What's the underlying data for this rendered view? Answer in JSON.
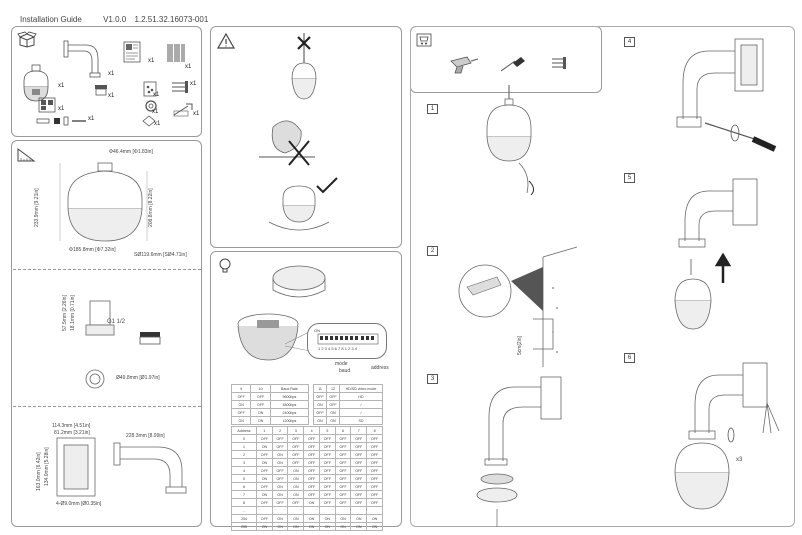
{
  "header": {
    "title": "Installation Guide",
    "version": "V1.0.0",
    "doc_number": "1.2.51.32.16073-001"
  },
  "package": {
    "qty": [
      "x1",
      "x1",
      "x1",
      "x1",
      "x1",
      "x1",
      "x1",
      "x1",
      "x1",
      "x1",
      "x1",
      "x1"
    ]
  },
  "dimensions": {
    "top_width": "Φ46.4mm [Φ1.83in]",
    "left_height": "233.9mm [9.21in]",
    "right_height": "208.8mm [8.22in]",
    "bottom_width": "Φ185.8mm [Φ7.32in]",
    "sphere": "SØ119.6mm [SØ4.71in]",
    "thread": "G1 1/2",
    "adapter_h1": "57.5mm [2.26in]",
    "adapter_h2": "18.1mm [0.71in]",
    "adapter_d": "Ø49.8mm [Ø1.97in]",
    "plate_w1": "114.3mm [4.51in]",
    "plate_w2": "81.2mm [3.21in]",
    "plate_h1": "163.0mm [6.42in]",
    "plate_h2": "134.0mm [5.28in]",
    "plate_holes": "4-Ø9.0mm [Ø0.35in]",
    "arm_len": "228.3mm [8.99in]"
  },
  "dip": {
    "mode_label": "mode",
    "baud_label": "baud",
    "address_label": "address",
    "on_label": "ON",
    "switch_numbers": "1 2 3 4 5 6 7 8 1 2 3 4",
    "baud_table": {
      "headers": [
        "9",
        "10",
        "Baud Rate"
      ],
      "rows": [
        [
          "OFF",
          "OFF",
          "9600bps"
        ],
        [
          "ON",
          "OFF",
          "4800bps"
        ],
        [
          "OFF",
          "ON",
          "2400bps"
        ],
        [
          "ON",
          "ON",
          "1200bps"
        ]
      ]
    },
    "mode_table": {
      "headers": [
        "11",
        "12",
        "HD/SD video mode"
      ],
      "rows": [
        [
          "OFF",
          "OFF",
          "HD"
        ],
        [
          "ON",
          "OFF",
          "/"
        ],
        [
          "OFF",
          "ON",
          "/"
        ],
        [
          "ON",
          "ON",
          "SD"
        ]
      ]
    },
    "addr_table": {
      "headers": [
        "Address",
        "1",
        "2",
        "3",
        "4",
        "5",
        "6",
        "7",
        "8"
      ],
      "rows": [
        [
          "0",
          "OFF",
          "OFF",
          "OFF",
          "OFF",
          "OFF",
          "OFF",
          "OFF",
          "OFF"
        ],
        [
          "1",
          "ON",
          "OFF",
          "OFF",
          "OFF",
          "OFF",
          "OFF",
          "OFF",
          "OFF"
        ],
        [
          "2",
          "OFF",
          "ON",
          "OFF",
          "OFF",
          "OFF",
          "OFF",
          "OFF",
          "OFF"
        ],
        [
          "3",
          "ON",
          "ON",
          "OFF",
          "OFF",
          "OFF",
          "OFF",
          "OFF",
          "OFF"
        ],
        [
          "4",
          "OFF",
          "OFF",
          "ON",
          "OFF",
          "OFF",
          "OFF",
          "OFF",
          "OFF"
        ],
        [
          "5",
          "ON",
          "OFF",
          "ON",
          "OFF",
          "OFF",
          "OFF",
          "OFF",
          "OFF"
        ],
        [
          "6",
          "OFF",
          "ON",
          "ON",
          "OFF",
          "OFF",
          "OFF",
          "OFF",
          "OFF"
        ],
        [
          "7",
          "ON",
          "ON",
          "ON",
          "OFF",
          "OFF",
          "OFF",
          "OFF",
          "OFF"
        ],
        [
          "8",
          "OFF",
          "OFF",
          "OFF",
          "ON",
          "OFF",
          "OFF",
          "OFF",
          "OFF"
        ],
        [
          "...",
          "",
          "",
          "",
          "",
          "",
          "",
          "",
          ""
        ],
        [
          "254",
          "OFF",
          "ON",
          "ON",
          "ON",
          "ON",
          "ON",
          "ON",
          "ON"
        ],
        [
          "255",
          "ON",
          "ON",
          "ON",
          "ON",
          "ON",
          "ON",
          "ON",
          "ON"
        ]
      ]
    }
  },
  "steps": {
    "s1": "1",
    "s2": "2",
    "s3": "3",
    "s4": "4",
    "s5": "5",
    "s6": "6",
    "depth": "5cm[2in]",
    "screw_qty": "x3"
  }
}
